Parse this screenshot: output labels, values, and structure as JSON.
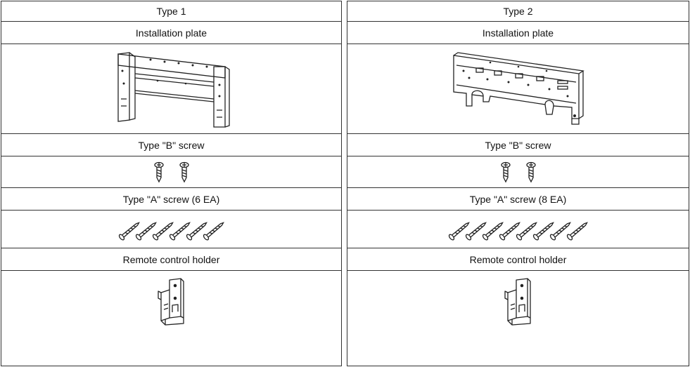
{
  "columns": [
    {
      "title": "Type 1",
      "plate_label": "Installation plate",
      "b_screw_label": "Type \"B\" screw",
      "b_screw_count": 2,
      "a_screw_label": "Type \"A\" screw (6 EA)",
      "a_screw_count": 6,
      "holder_label": "Remote control holder",
      "plate_icon": "installation-plate-type-1-icon"
    },
    {
      "title": "Type 2",
      "plate_label": "Installation plate",
      "b_screw_label": "Type \"B\" screw",
      "b_screw_count": 2,
      "a_screw_label": "Type \"A\" screw (8 EA)",
      "a_screw_count": 8,
      "holder_label": "Remote control holder",
      "plate_icon": "installation-plate-type-2-icon"
    }
  ]
}
